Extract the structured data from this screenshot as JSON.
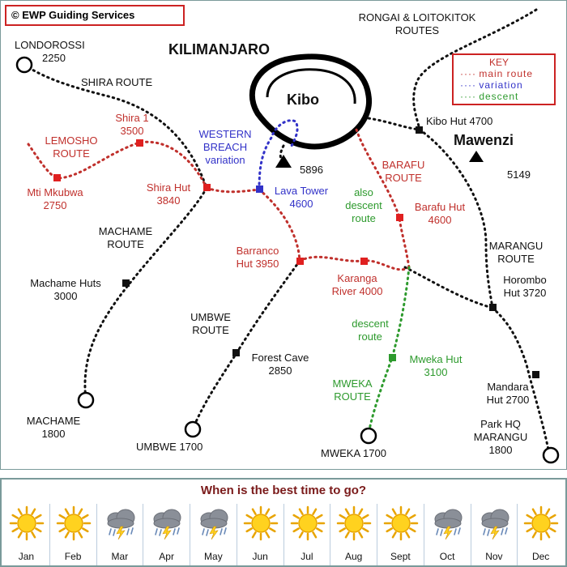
{
  "map": {
    "copyright": "© EWP Guiding Services",
    "title": "KILIMANJARO",
    "kibo": "Kibo",
    "mawenzi": "Mawenzi",
    "elev_kibo": "5896",
    "elev_mawenzi": "5149",
    "key": {
      "title": "KEY",
      "main": "main route",
      "variation": "variation",
      "descent": "descent",
      "colors": {
        "main": "#c0302c",
        "variation": "#3232c8",
        "descent": "#2d9a2d"
      }
    },
    "routes": {
      "rongai": [
        "RONGAI & LOITOKITOK",
        "ROUTES"
      ],
      "shira": "SHIRA ROUTE",
      "lemosho": [
        "LEMOSHO",
        "ROUTE"
      ],
      "western_breach": [
        "WESTERN",
        "BREACH",
        "variation"
      ],
      "barafu": [
        "BARAFU",
        "ROUTE"
      ],
      "also_descent": [
        "also",
        "descent",
        "route"
      ],
      "machame": [
        "MACHAME",
        "ROUTE"
      ],
      "marangu": [
        "MARANGU",
        "ROUTE"
      ],
      "umbwe": [
        "UMBWE",
        "ROUTE"
      ],
      "descent_route": [
        "descent",
        "route"
      ],
      "mweka": [
        "MWEKA",
        "ROUTE"
      ]
    },
    "places": {
      "londorossi": [
        "LONDOROSSI",
        "2250"
      ],
      "shira1": [
        "Shira 1",
        "3500"
      ],
      "mti_mkubwa": [
        "Mti Mkubwa",
        "2750"
      ],
      "shira_hut": [
        "Shira Hut",
        "3840"
      ],
      "lava_tower": [
        "Lava Tower",
        "4600"
      ],
      "kibo_hut": "Kibo Hut 4700",
      "barafu_hut": [
        "Barafu Hut",
        "4600"
      ],
      "barranco": [
        "Barranco",
        "Hut 3950"
      ],
      "karanga": [
        "Karanga",
        "River 4000"
      ],
      "horombo": [
        "Horombo",
        "Hut 3720"
      ],
      "machame_huts": [
        "Machame Huts",
        "3000"
      ],
      "forest_cave": [
        "Forest Cave",
        "2850"
      ],
      "mweka_hut": [
        "Mweka Hut",
        "3100"
      ],
      "mandara": [
        "Mandara",
        "Hut 2700"
      ],
      "park_hq": [
        "Park HQ",
        "MARANGU",
        "1800"
      ],
      "machame_gate": [
        "MACHAME",
        "1800"
      ],
      "umbwe_gate": "UMBWE 1700",
      "mweka_gate": "MWEKA 1700"
    }
  },
  "season": {
    "title": "When is the best time to go?",
    "months": [
      {
        "label": "Jan",
        "icon": "sun-icon"
      },
      {
        "label": "Feb",
        "icon": "sun-icon"
      },
      {
        "label": "Mar",
        "icon": "storm-cloud-icon"
      },
      {
        "label": "Apr",
        "icon": "storm-cloud-icon"
      },
      {
        "label": "May",
        "icon": "storm-cloud-icon"
      },
      {
        "label": "Jun",
        "icon": "sun-icon"
      },
      {
        "label": "Jul",
        "icon": "sun-icon"
      },
      {
        "label": "Aug",
        "icon": "sun-icon"
      },
      {
        "label": "Sept",
        "icon": "sun-icon"
      },
      {
        "label": "Oct",
        "icon": "storm-cloud-icon"
      },
      {
        "label": "Nov",
        "icon": "storm-cloud-icon"
      },
      {
        "label": "Dec",
        "icon": "sun-icon"
      }
    ]
  }
}
